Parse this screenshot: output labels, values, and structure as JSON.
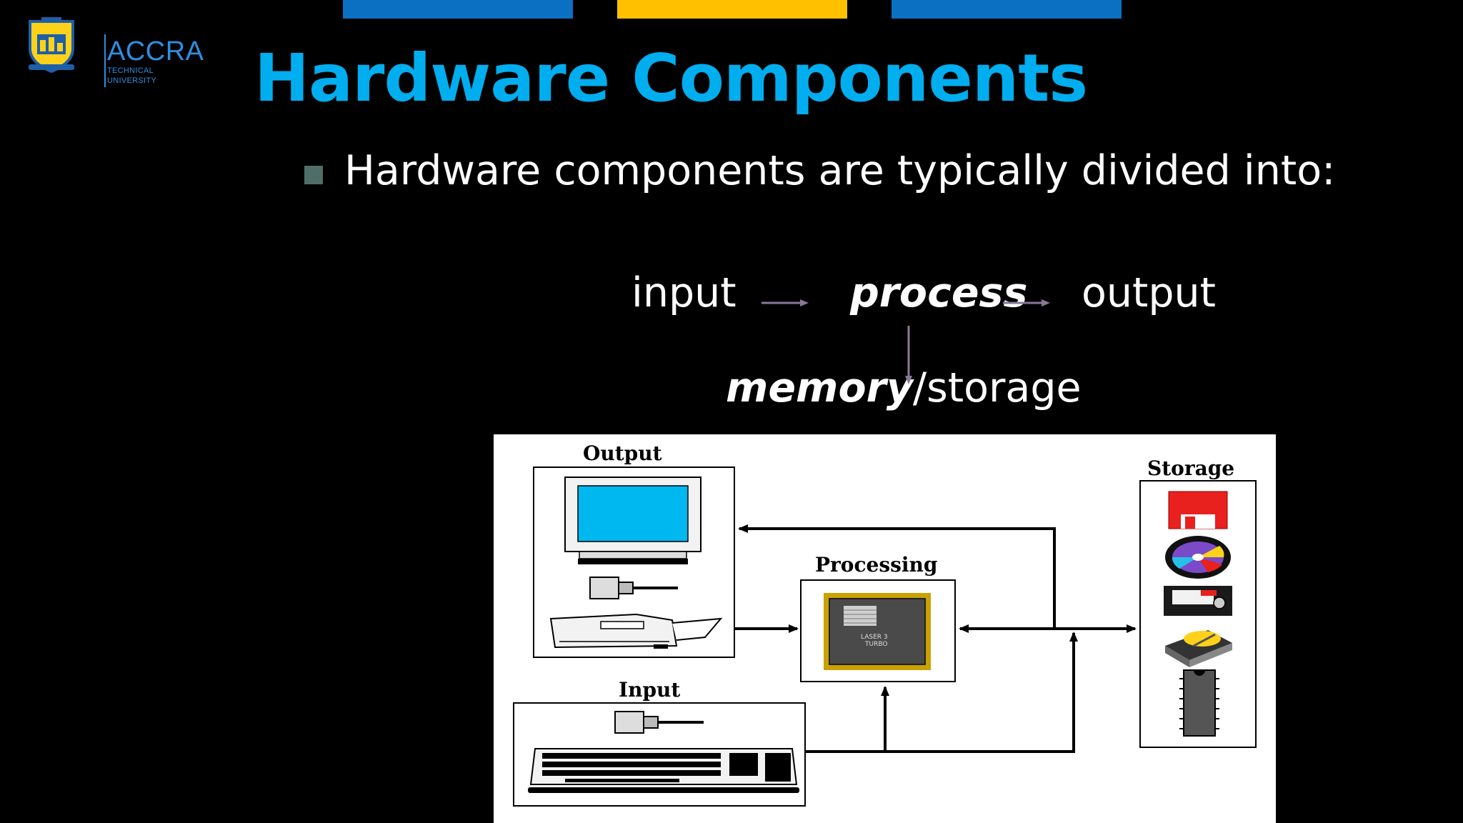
{
  "logo": {
    "name": "ACCRA",
    "subtitle": "TECHNICAL UNIVERSITY"
  },
  "slide": {
    "title": "Hardware Components",
    "bullet": "Hardware components are typically divided into:"
  },
  "flow": {
    "input": "input",
    "process": "process",
    "output": "output",
    "memory": "memory",
    "storage": "/storage"
  },
  "diagram": {
    "output_label": "Output",
    "processing_label": "Processing",
    "storage_label": "Storage",
    "input_label": "Input",
    "chip_text_1": "LASER 3",
    "chip_text_2": "TURBO"
  },
  "colors": {
    "title": "#00aeef",
    "bar_blue": "#0b6fc2",
    "bar_yellow": "#ffc000",
    "arrow": "#8a7896",
    "bullet": "#4f6e68",
    "monitor_screen": "#00b8f0",
    "floppy": "#e8201e"
  },
  "icons": [
    "university-crest-icon",
    "monitor-icon",
    "speaker-icon",
    "printer-icon",
    "cpu-chip-icon",
    "floppy-disk-icon",
    "cd-disc-icon",
    "tape-cassette-icon",
    "hard-drive-icon",
    "memory-chip-icon",
    "microphone-icon",
    "keyboard-icon"
  ]
}
